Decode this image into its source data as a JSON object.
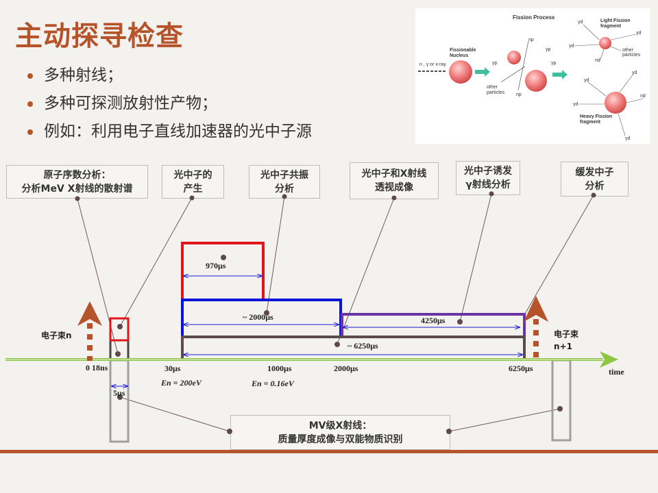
{
  "slide": {
    "title": "主动探寻检查",
    "bullets": [
      "多种射线；",
      "多种可探测放射性产物；",
      "例如：利用电子直线加速器的光中子源"
    ]
  },
  "fission_figure": {
    "title": "Fission Process",
    "nucleus_label": [
      "Fissionable",
      "Nucleus"
    ],
    "incoming": "n , γ or x-ray",
    "np": "np",
    "gp": "γp",
    "gd": "γd",
    "nd": "nd",
    "other_particles": [
      "other",
      "particles"
    ],
    "light_fragment": [
      "Light Fission",
      "fragment"
    ],
    "heavy_fragment": [
      "Heavy Fission",
      "fragment"
    ]
  },
  "labels": [
    {
      "line1": "原子序数分析：",
      "line2": "分析MeV X射线的散射谱"
    },
    {
      "line1": "光中子的",
      "line2": "产生"
    },
    {
      "line1": "光中子共振",
      "line2": "分析"
    },
    {
      "line1": "光中子和X射线",
      "line2": "透视成像"
    },
    {
      "line1": "光中子诱发",
      "line2": "γ射线分析"
    },
    {
      "line1": "缓发中子",
      "line2": "分析"
    },
    {
      "line1": "MV级X射线：",
      "line2": "质量厚度成像与双能物质识别"
    }
  ],
  "timeline": {
    "beam_n": "电子束n",
    "beam_n1_line1": "电子束",
    "beam_n1_line2": "n+1",
    "axis_label": "time",
    "ticks": [
      "0 18ns",
      "30μs",
      "1000μs",
      "2000μs",
      "6250μs"
    ],
    "durations": {
      "pulse": "5μs",
      "resonance": "970μs",
      "imaging": "~ 2000μs",
      "gamma": "4250μs",
      "total": "~ 6250μs"
    },
    "energy_30": "En = 200eV",
    "energy_1000": "En = 0.16eV"
  },
  "colors": {
    "accent": "#b5532a",
    "red": "#e0161b",
    "blue": "#0a14d8",
    "purple": "#6a35a0",
    "brown": "#5b4b4e",
    "axis": "#8dc63f",
    "grey": "#a0a0a0"
  }
}
